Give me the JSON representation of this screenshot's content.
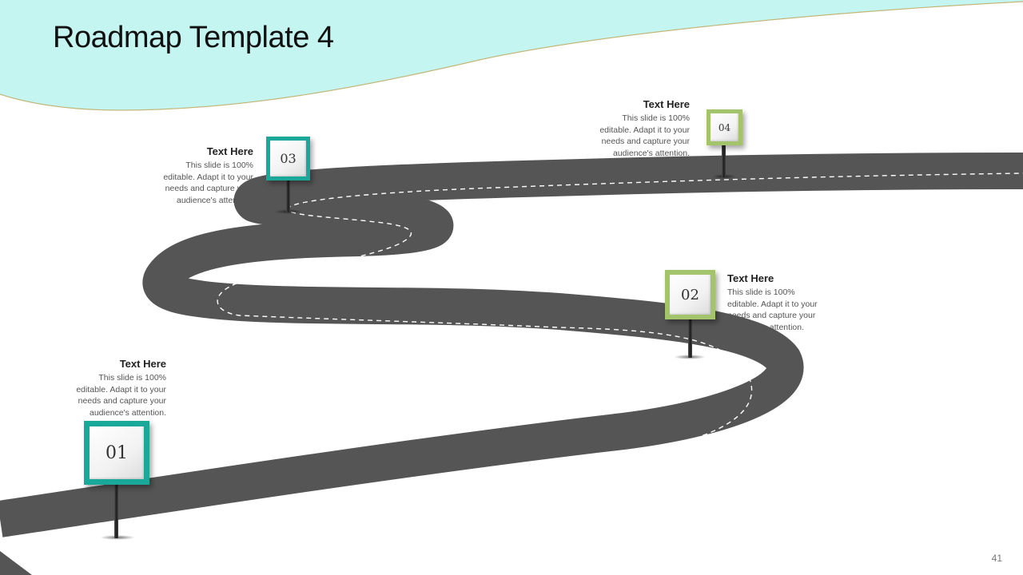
{
  "slide": {
    "title": "Roadmap Template 4",
    "page_number": "41"
  },
  "colors": {
    "header_band": "#c4f5f1",
    "header_band_line": "#c2b77a",
    "road": "#555555",
    "road_dash": "#ffffff",
    "sign_teal": "#1aa89a",
    "sign_green": "#a3c46b"
  },
  "milestones": [
    {
      "number": "01",
      "heading": "Text Here",
      "lines": [
        "This slide is 100%",
        "editable. Adapt it to your",
        "needs and capture your",
        "audience's attention."
      ]
    },
    {
      "number": "02",
      "heading": "Text Here",
      "lines": [
        "This slide is 100%",
        "editable. Adapt it to your",
        "needs and capture your",
        "audience's attention."
      ]
    },
    {
      "number": "03",
      "heading": "Text Here",
      "lines": [
        "This slide is 100%",
        "editable. Adapt it to your",
        "needs and capture your",
        "audience's attention."
      ]
    },
    {
      "number": "04",
      "heading": "Text Here",
      "lines": [
        "This slide is 100%",
        "editable. Adapt it to your",
        "needs and capture your",
        "audience's attention."
      ]
    }
  ]
}
